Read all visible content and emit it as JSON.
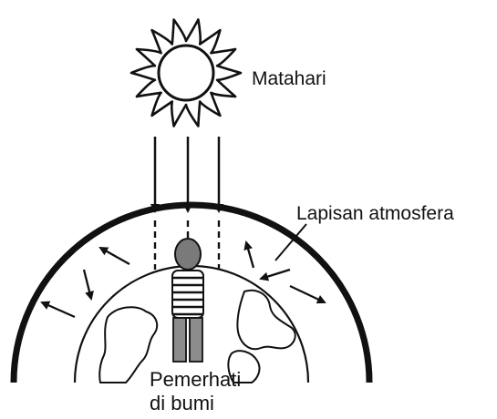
{
  "labels": {
    "sun": "Matahari",
    "atmosphere": "Lapisan atmosfera",
    "observer_line1": "Pemerhati",
    "observer_line2": "di bumi"
  },
  "colors": {
    "ink": "#111111",
    "background": "#ffffff",
    "person_head": "#7a7a7a",
    "person_legs": "#8c8c8c"
  },
  "icons": {
    "sun": "sun-icon",
    "person": "person-icon",
    "continents": "globe-continents-icon"
  }
}
